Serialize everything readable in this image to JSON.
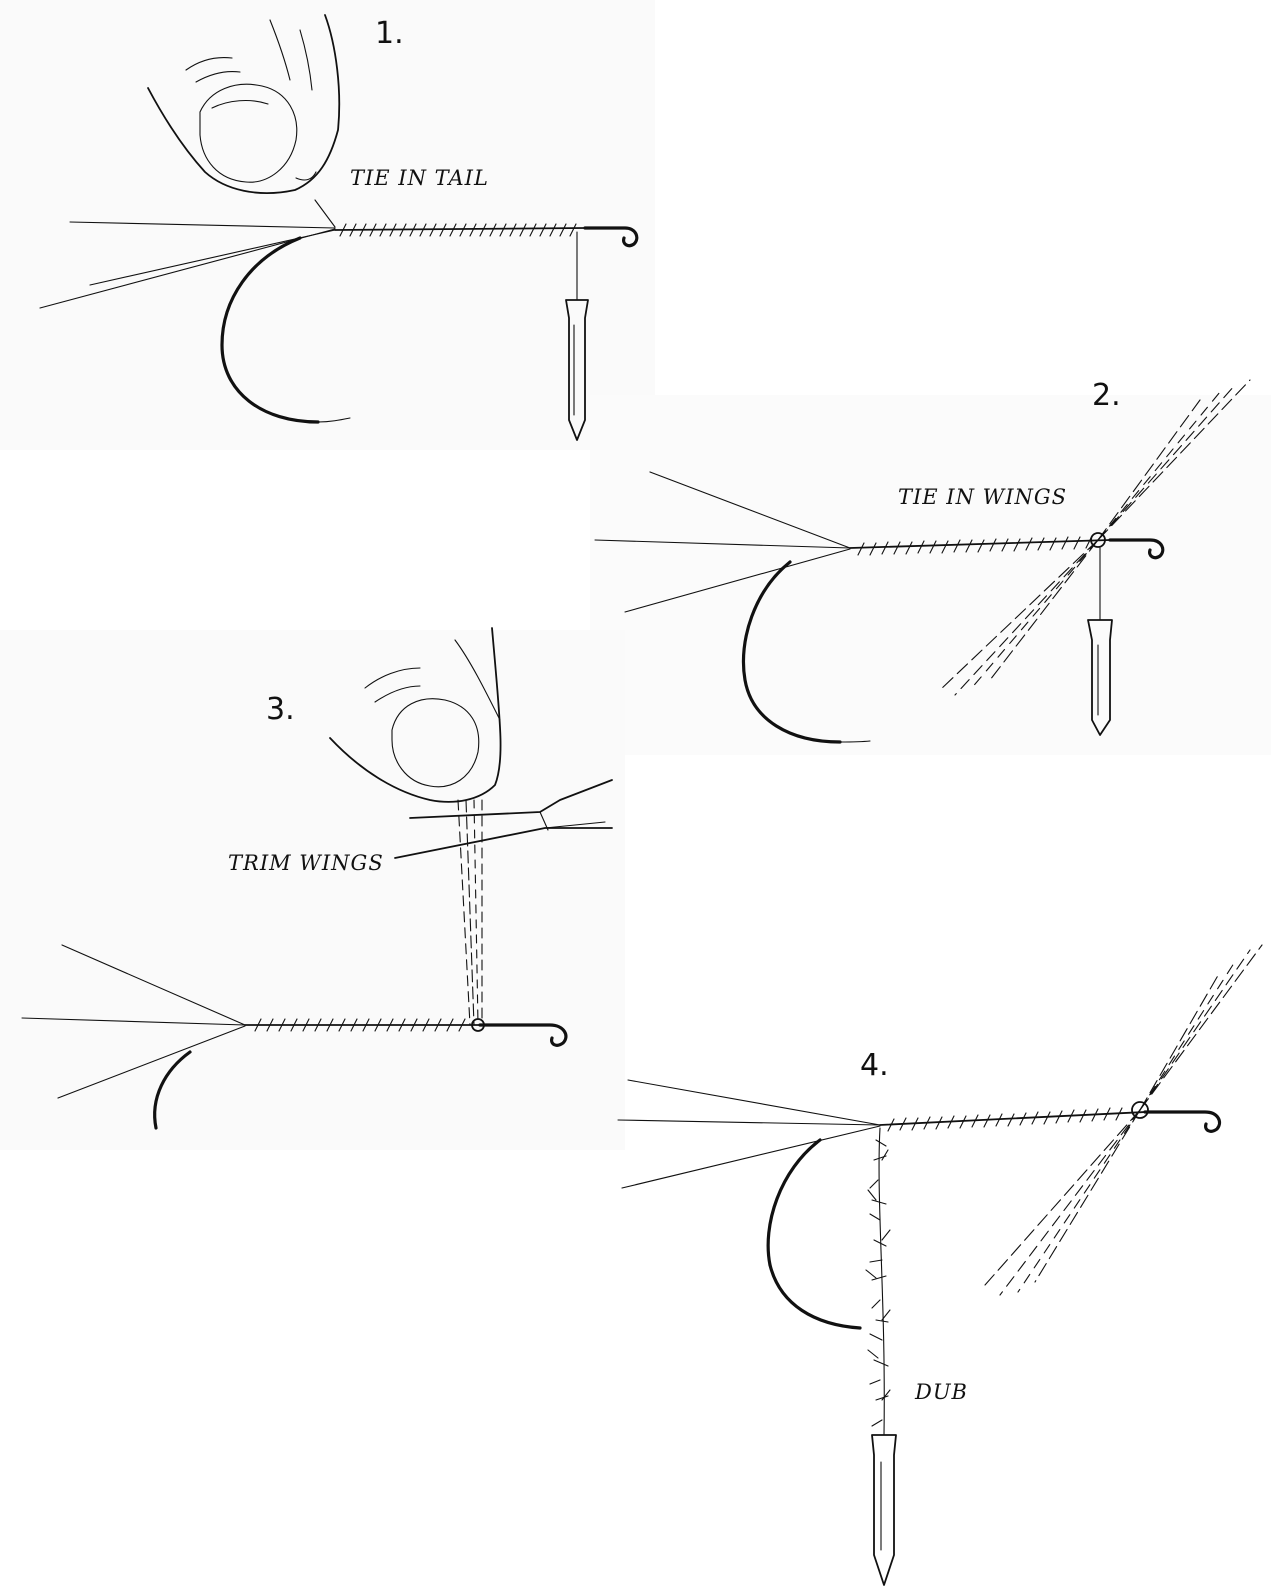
{
  "steps": [
    {
      "number": "1.",
      "caption": "TIE IN TAIL"
    },
    {
      "number": "2.",
      "caption": "TIE IN WINGS"
    },
    {
      "number": "3.",
      "caption": "TRIM WINGS"
    },
    {
      "number": "4.",
      "caption": "DUB"
    }
  ],
  "colors": {
    "ink": "#111111",
    "paper": "#ffffff",
    "panel_tint": "#fafafa"
  }
}
